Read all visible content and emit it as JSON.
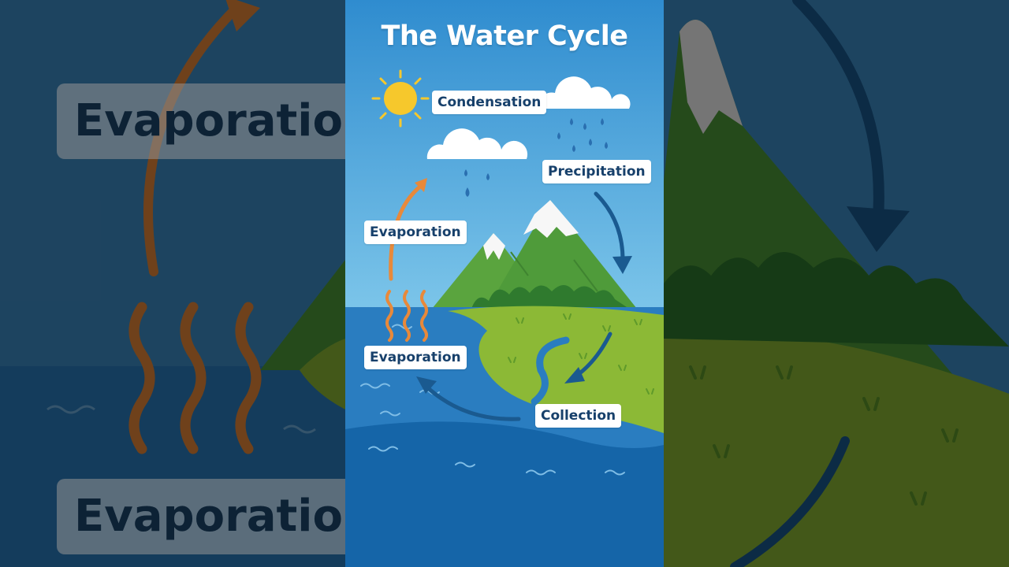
{
  "diagram": {
    "title": "The Water Cycle",
    "labels": {
      "condensation": "Condensation",
      "precipitation": "Precipitation",
      "evaporation_upper": "Evaporation",
      "evaporation_lower": "Evaporation",
      "collection": "Collection"
    }
  },
  "background": {
    "label_top": "Evaporation",
    "label_bottom": "Evaporation"
  },
  "colors": {
    "sky_top": "#2f8ccf",
    "sky_bottom": "#7dc6ea",
    "ocean": "#2a7dc0",
    "deep_ocean": "#1565a8",
    "grass": "#8cb936",
    "mountain": "#4f9b3a",
    "arrow_blue": "#1a5a90",
    "arrow_orange": "#e8893a",
    "label_text": "#17406b"
  },
  "icons": [
    "sun-icon",
    "cloud-icon",
    "rain-drops-icon",
    "mountain-icon",
    "wavy-heat-icon"
  ]
}
